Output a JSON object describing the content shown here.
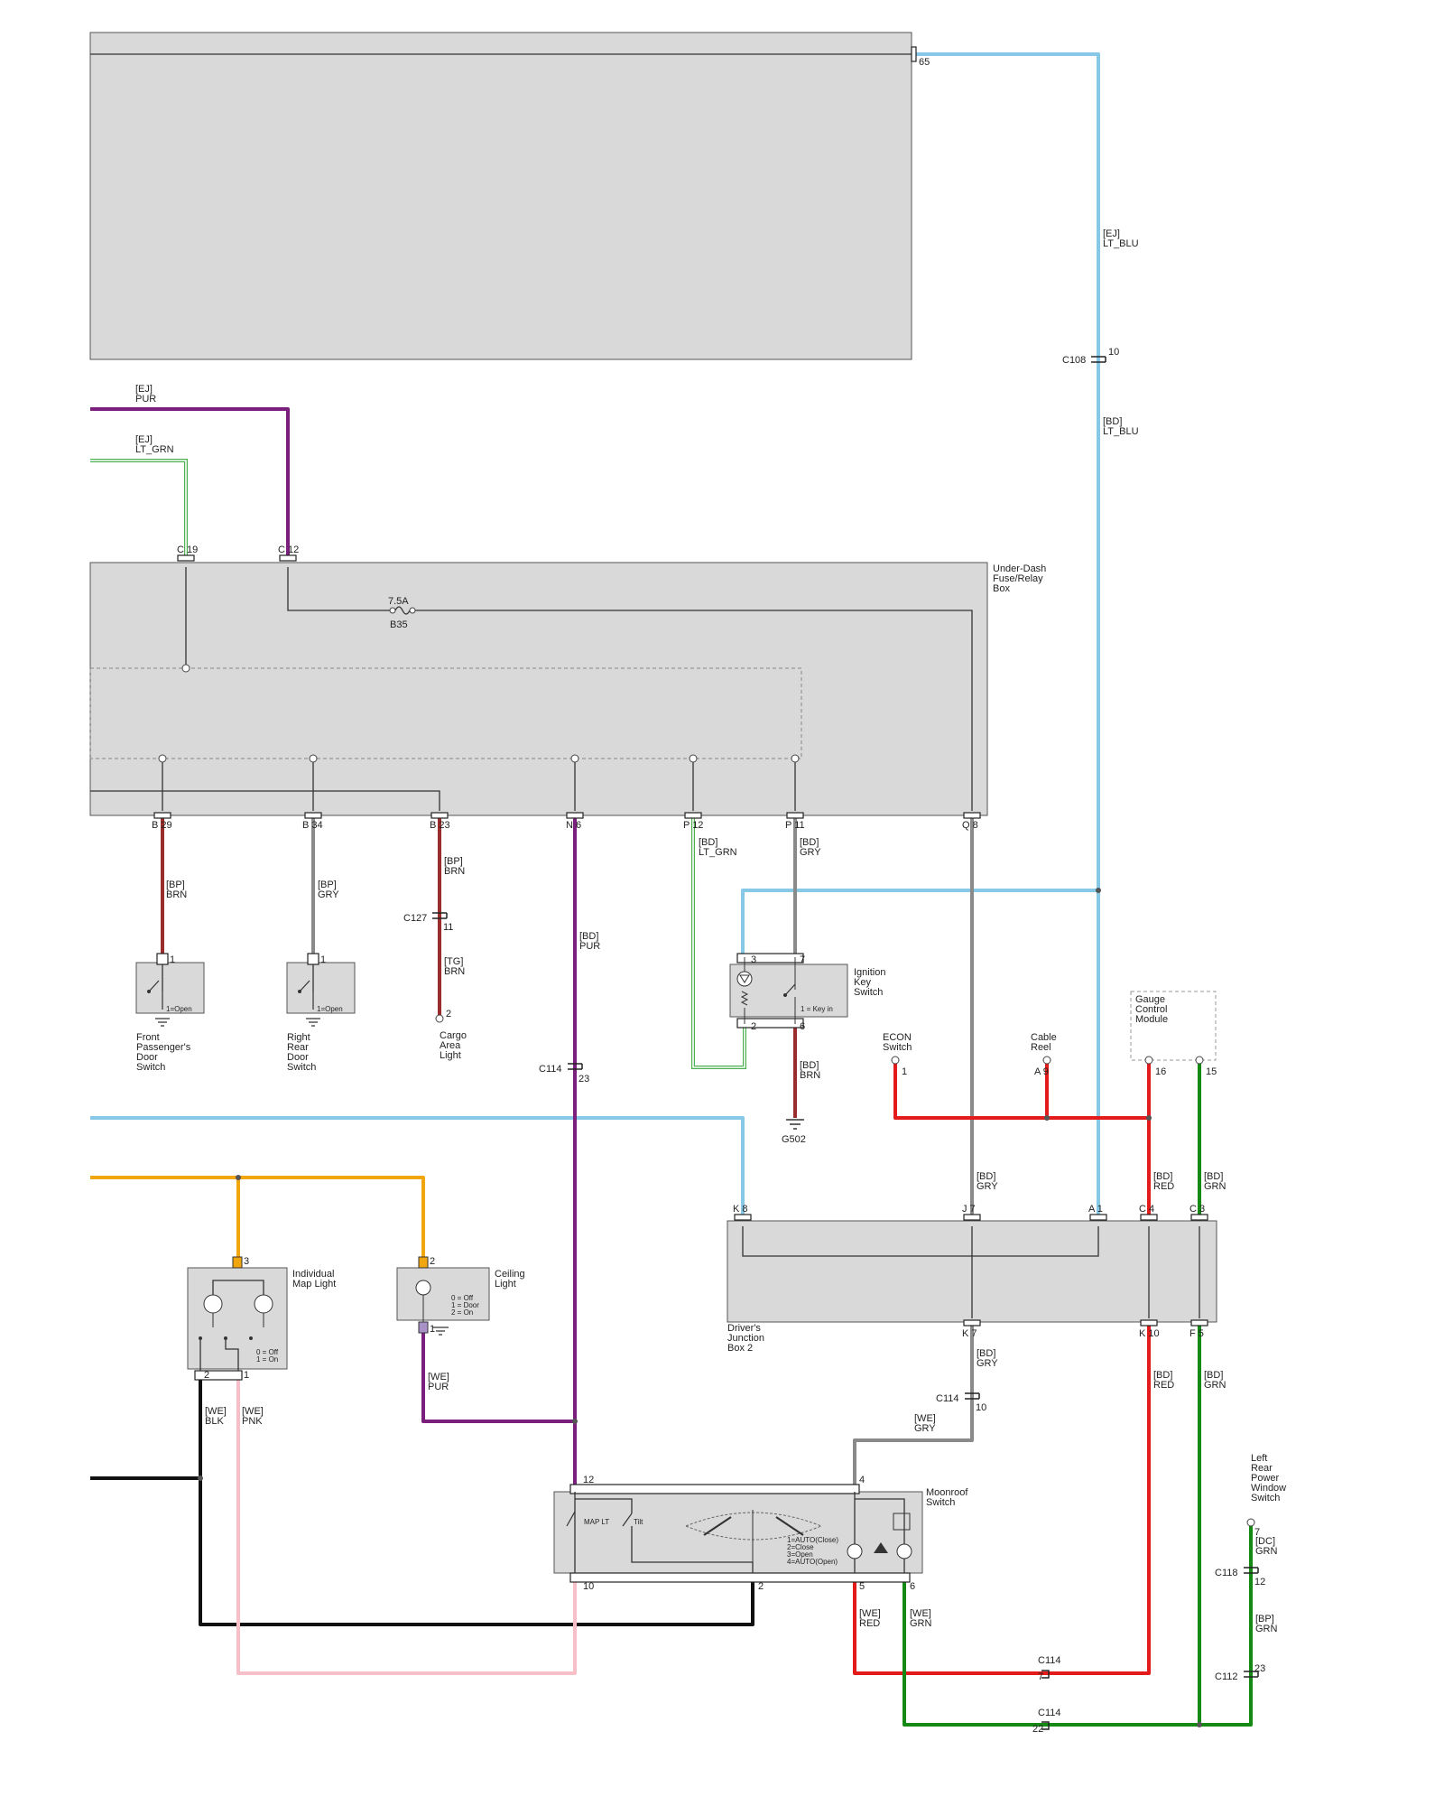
{
  "colors": {
    "LT_BLU": "#87c8e6",
    "PUR": "#7a1f7c",
    "LT_GRN": "#4caf50",
    "BRN": "#9b2c2c",
    "GRY": "#8a8a8a",
    "RED": "#e31b1b",
    "GRN": "#148a14",
    "ORN": "#f2a60d",
    "BLK": "#111111",
    "PNK": "#f7bfc8",
    "DK": "#444444"
  },
  "components": {
    "under_dash": "Under-Dash\nFuse/Relay\nBox",
    "fuse_rating": "7.5A",
    "fuse_id": "B35",
    "ignition": "Ignition\nKey\nSwitch",
    "ignition_state": "1 = Key in",
    "front_door": "Front\nPassenger's\nDoor\nSwitch",
    "rear_door": "Right\nRear\nDoor\nSwitch",
    "door_state": "1=Open",
    "cargo": "Cargo\nArea\nLight",
    "econ": "ECON\nSwitch",
    "cable_reel": "Cable\nReel",
    "gauge": "Gauge\nControl\nModule",
    "djb2": "Driver's\nJunction\nBox 2",
    "map_light": "Individual\nMap Light",
    "map_states": "0 = Off\n1 = On",
    "ceiling": "Ceiling\nLight",
    "ceiling_states": "0 = Off\n1 = Door\n2 = On",
    "moonroof": "Moonroof\nSwitch",
    "moonroof_states": "1=AUTO(Close)\n2=Close\n3=Open\n4=AUTO(Open)",
    "map_lt": "MAP LT",
    "tilt": "Tilt",
    "lr_window": "Left\nRear\nPower\nWindow\nSwitch",
    "ground": "G502"
  },
  "wire_labels": [
    {
      "id": "w1",
      "text": "[EJ]\nLT_BLU"
    },
    {
      "id": "w2",
      "text": "[BD]\nLT_BLU"
    },
    {
      "id": "w3",
      "text": "[EJ]\nPUR"
    },
    {
      "id": "w4",
      "text": "[EJ]\nLT_GRN"
    },
    {
      "id": "w5",
      "text": "[BP]\nBRN"
    },
    {
      "id": "w6",
      "text": "[BP]\nGRY"
    },
    {
      "id": "w7",
      "text": "[BP]\nBRN"
    },
    {
      "id": "w8",
      "text": "[TG]\nBRN"
    },
    {
      "id": "w9",
      "text": "[BD]\nPUR"
    },
    {
      "id": "w10",
      "text": "[BD]\nLT_GRN"
    },
    {
      "id": "w11",
      "text": "[BD]\nGRY"
    },
    {
      "id": "w12",
      "text": "[BD]\nBRN"
    },
    {
      "id": "w13",
      "text": "[BD]\nGRY"
    },
    {
      "id": "w14",
      "text": "[BD]\nRED"
    },
    {
      "id": "w15",
      "text": "[BD]\nGRN"
    },
    {
      "id": "w16",
      "text": "[BD]\nGRY"
    },
    {
      "id": "w17",
      "text": "[BD]\nRED"
    },
    {
      "id": "w18",
      "text": "[BD]\nGRN"
    },
    {
      "id": "w19",
      "text": "[WE]\nGRY"
    },
    {
      "id": "w20",
      "text": "[WE]\nPUR"
    },
    {
      "id": "w21",
      "text": "[WE]\nBLK"
    },
    {
      "id": "w22",
      "text": "[WE]\nPNK"
    },
    {
      "id": "w23",
      "text": "[WE]\nRED"
    },
    {
      "id": "w24",
      "text": "[WE]\nGRN"
    },
    {
      "id": "w25",
      "text": "[DC]\nGRN"
    },
    {
      "id": "w26",
      "text": "[BP]\nGRN"
    }
  ],
  "connectors": [
    {
      "id": "c108",
      "name": "C108",
      "pin": "10"
    },
    {
      "id": "c127",
      "name": "C127",
      "pin": "11"
    },
    {
      "id": "c114a",
      "name": "C114",
      "pin": "23"
    },
    {
      "id": "c114b",
      "name": "C114",
      "pin": "10"
    },
    {
      "id": "c114c",
      "name": "C114",
      "pin": "7"
    },
    {
      "id": "c114d",
      "name": "C114",
      "pin": "22"
    },
    {
      "id": "c118",
      "name": "C118",
      "pin": "12"
    },
    {
      "id": "c112",
      "name": "C112",
      "pin": "23"
    }
  ],
  "pins": [
    {
      "id": "p_top65",
      "text": "65"
    },
    {
      "id": "p_c19",
      "text": "C 19"
    },
    {
      "id": "p_c12",
      "text": "C 12"
    },
    {
      "id": "p_b29",
      "text": "B 29"
    },
    {
      "id": "p_b34",
      "text": "B 34"
    },
    {
      "id": "p_b23",
      "text": "B 23"
    },
    {
      "id": "p_n6",
      "text": "N 6"
    },
    {
      "id": "p_p12",
      "text": "P 12"
    },
    {
      "id": "p_p11",
      "text": "P 11"
    },
    {
      "id": "p_q8",
      "text": "Q 8"
    },
    {
      "id": "p_fd1",
      "text": "1"
    },
    {
      "id": "p_rd1",
      "text": "1"
    },
    {
      "id": "p_cg2",
      "text": "2"
    },
    {
      "id": "p_ig3",
      "text": "3"
    },
    {
      "id": "p_ig7",
      "text": "7"
    },
    {
      "id": "p_ig2",
      "text": "2"
    },
    {
      "id": "p_ig6",
      "text": "6"
    },
    {
      "id": "p_ec1",
      "text": "1"
    },
    {
      "id": "p_cr9",
      "text": "A  9"
    },
    {
      "id": "p_g16",
      "text": "16"
    },
    {
      "id": "p_g15",
      "text": "15"
    },
    {
      "id": "p_k8",
      "text": "K 8"
    },
    {
      "id": "p_j7",
      "text": "J 7"
    },
    {
      "id": "p_a1",
      "text": "A 1"
    },
    {
      "id": "p_c4",
      "text": "C 4"
    },
    {
      "id": "p_c3",
      "text": "C 3"
    },
    {
      "id": "p_k7",
      "text": "K 7"
    },
    {
      "id": "p_k10",
      "text": "K 10"
    },
    {
      "id": "p_f5",
      "text": "F 5"
    },
    {
      "id": "p_ml3",
      "text": "3"
    },
    {
      "id": "p_ml2",
      "text": "2"
    },
    {
      "id": "p_ml1",
      "text": "1"
    },
    {
      "id": "p_cl2",
      "text": "2"
    },
    {
      "id": "p_cl1",
      "text": "1"
    },
    {
      "id": "p_mr12",
      "text": "12"
    },
    {
      "id": "p_mr4",
      "text": "4"
    },
    {
      "id": "p_mr10",
      "text": "10"
    },
    {
      "id": "p_mr2",
      "text": "2"
    },
    {
      "id": "p_mr5",
      "text": "5"
    },
    {
      "id": "p_mr6",
      "text": "6"
    },
    {
      "id": "p_lr7",
      "text": "7"
    }
  ]
}
